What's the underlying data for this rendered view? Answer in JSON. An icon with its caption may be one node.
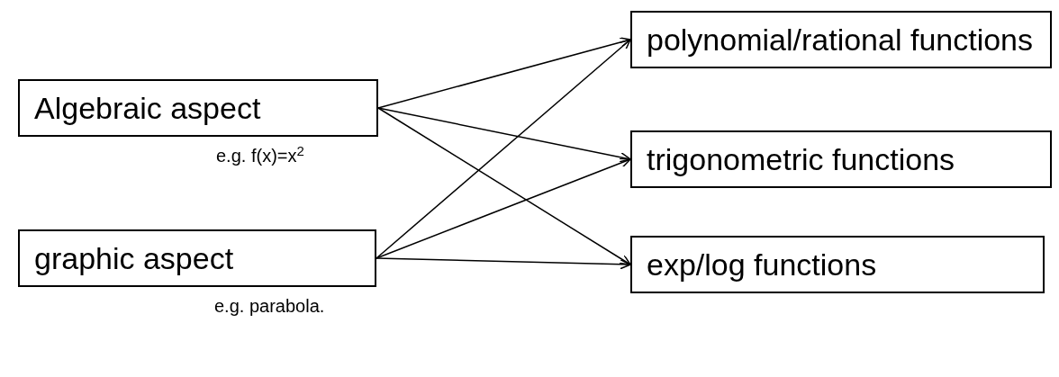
{
  "diagram": {
    "nodes": [
      {
        "text": [
          "Algebraic aspect"
        ],
        "beside": [
          "e.g. f(x)=x$^{2}$"
        ]
      },
      {
        "text": [
          "graphic aspect"
        ],
        "beside": [
          "e.g. parabola."
        ]
      },
      {
        "text": [
          "polynomial/rational functions"
        ]
      },
      {
        "text": [
          "trigonometric functions"
        ]
      },
      {
        "text": [
          "exp/log functions"
        ]
      }
    ],
    "edges": [
      {
        "from": 0,
        "to": 2,
        "arrow": "to"
      },
      {
        "from": 0,
        "to": 3,
        "arrow": "to"
      },
      {
        "from": 0,
        "to": 4,
        "arrow": "to"
      },
      {
        "from": 1,
        "to": 2,
        "arrow": "to"
      },
      {
        "from": 1,
        "to": 3,
        "arrow": "to"
      },
      {
        "from": 1,
        "to": 4,
        "arrow": "to"
      }
    ]
  }
}
